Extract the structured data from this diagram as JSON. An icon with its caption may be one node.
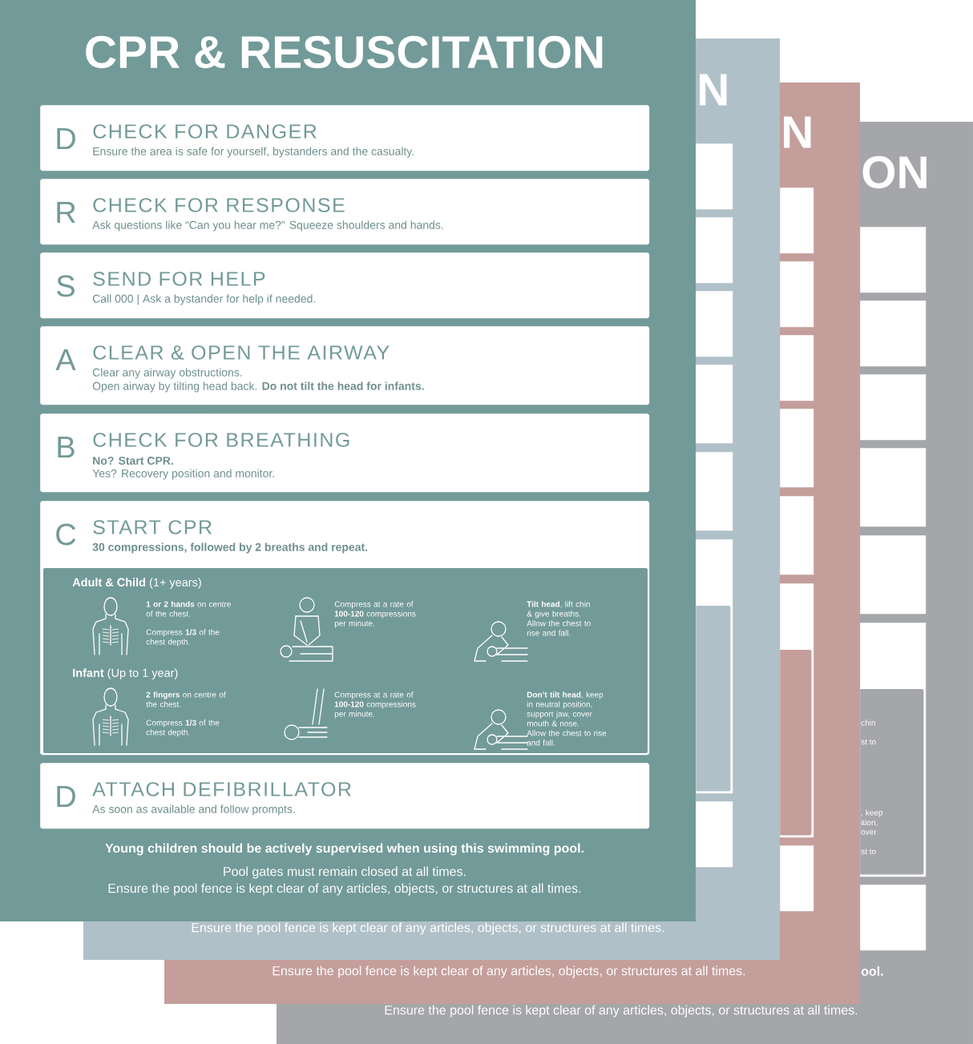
{
  "diagram": {
    "title": "CPR & RESUSCITATION",
    "nodes": [
      {
        "text": [
          "D",
          "CHECK FOR DANGER",
          "Ensure the area is safe for yourself, bystanders and the casualty."
        ]
      },
      {
        "text": [
          "R",
          "CHECK FOR RESPONSE",
          "Ask questions like “Can you hear me?” Squeeze shoulders and hands."
        ]
      },
      {
        "text": [
          "S",
          "SEND FOR HELP",
          "Call 000 | Ask a bystander for help if needed."
        ]
      },
      {
        "text": [
          "A",
          "CLEAR & OPEN THE AIRWAY",
          "Clear any airway obstructions.",
          "Open airway by tilting head back. **Do not tilt the head for infants.**"
        ]
      },
      {
        "text": [
          "B",
          "CHECK FOR BREATHING",
          "**No? Start CPR.**",
          "Yes? Recovery position and monitor."
        ]
      },
      {
        "text": [
          "C",
          "START CPR",
          "**30 compressions, followed by 2 breaths and repeat.**"
        ]
      },
      {
        "text": [
          "**Adult & Child** (1+ years)",
          "**Infant** (Up to 1 year)"
        ],
        "in": 5
      },
      {
        "text": [
          "D",
          "ATTACH DEFIBRILLATOR",
          "As soon as available and follow prompts."
        ]
      },
      {
        "text": [],
        "shape": "box"
      },
      {
        "text": [],
        "shape": "box"
      },
      {
        "text": [],
        "shape": "box"
      },
      {
        "text": [],
        "shape": "box"
      },
      {
        "text": [],
        "shape": "box"
      },
      {
        "text": [],
        "shape": "box"
      },
      {
        "text": [],
        "shape": "box",
        "in": 13
      },
      {
        "text": [],
        "shape": "box"
      },
      {
        "text": [],
        "shape": "box"
      },
      {
        "text": [],
        "shape": "box"
      },
      {
        "text": [],
        "shape": "box"
      },
      {
        "text": [],
        "shape": "box"
      },
      {
        "text": [],
        "shape": "box"
      },
      {
        "text": [],
        "shape": "box"
      },
      {
        "text": [],
        "shape": "box",
        "in": 21
      },
      {
        "text": [],
        "shape": "box"
      },
      {
        "text": [],
        "shape": "box"
      },
      {
        "text": [],
        "shape": "box"
      },
      {
        "text": [],
        "shape": "box"
      },
      {
        "text": [],
        "shape": "box"
      },
      {
        "text": [],
        "shape": "box"
      },
      {
        "text": [],
        "shape": "box"
      },
      {
        "text": [],
        "shape": "box",
        "in": 29
      },
      {
        "text": [],
        "shape": "box"
      }
    ],
    "labels": [
      "**1 or 2 hands** on centre of the chest.",
      "Compress **1/3** of the chest depth.",
      "Compress at a rate of **100-120** compressions per minute.",
      "**Tilt head**, lift chin & give breaths.",
      "Allow the chest to rise and fall.",
      "**2 fingers** on centre of the chest.",
      "Compress **1/3** of the chest depth.",
      "Compress at a rate of **100-120** compressions per minute.",
      "**Don’t tilt head**, keep in neutral position, support jaw, cover mouth & nose.",
      "Allow the chest to rise and fall.",
      "**Young children should be actively supervised when using this swimming pool.**",
      "Pool gates must remain closed at all times.",
      "Ensure the pool fence is kept clear of any articles, objects, or structures at all times.",
      "Ensure the pool fence is kept clear of any articles, objects, or structures at all times.",
      "Ensure the pool fence is kept clear of any articles, objects, or structures at all times.",
      "Ensure the pool fence is kept clear of any articles, objects, or structures at all times.",
      "N",
      "N",
      "ON",
      "chin",
      "st to",
      ", keep",
      "ition,",
      "over",
      "st to",
      "**ool.**"
    ]
  }
}
